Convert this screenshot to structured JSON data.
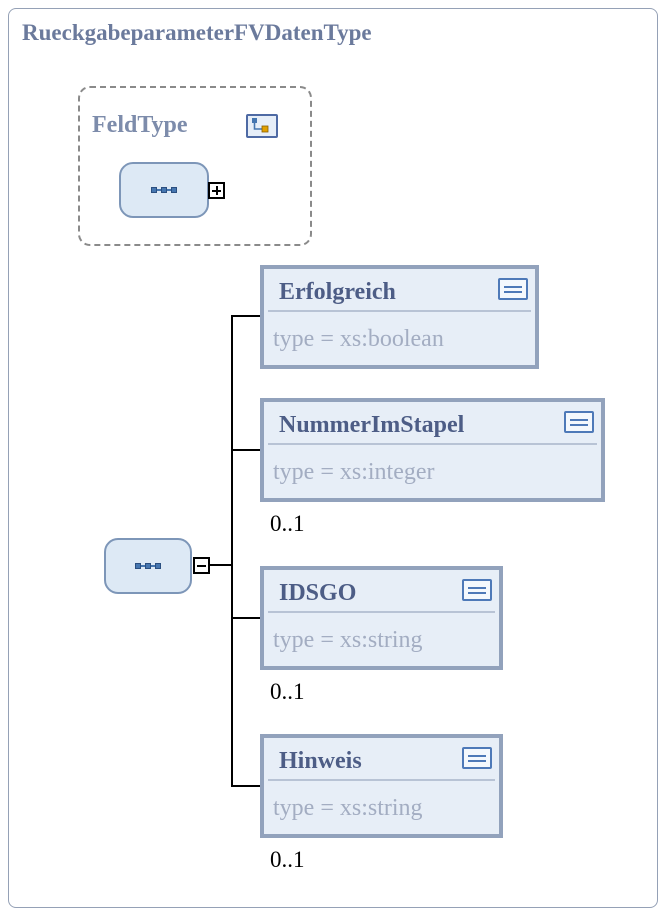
{
  "diagram": {
    "type_name": "RueckgabeparameterFVDatenType",
    "group": {
      "name": "FeldType",
      "icon": "type-icon",
      "toggle": "+"
    },
    "sequence": {
      "icon": "sequence-icon",
      "toggle": "−"
    },
    "elements": [
      {
        "name": "Erfolgreich",
        "type": "type  =  xs:boolean",
        "cardinality": "",
        "icon": "documentation-icon"
      },
      {
        "name": "NummerImStapel",
        "type": "type  =  xs:integer",
        "cardinality": "0..1",
        "icon": "documentation-icon"
      },
      {
        "name": "IDSGO",
        "type": "type  =  xs:string",
        "cardinality": "0..1",
        "icon": "documentation-icon"
      },
      {
        "name": "Hinweis",
        "type": "type  =  xs:string",
        "cardinality": "0..1",
        "icon": "documentation-icon"
      }
    ],
    "colors": {
      "element_border": "#92a2bc",
      "element_fill": "#e7eef7",
      "name_text": "#4d5d86",
      "type_text": "#a3adc2",
      "title_text": "#6b7a9c"
    }
  }
}
